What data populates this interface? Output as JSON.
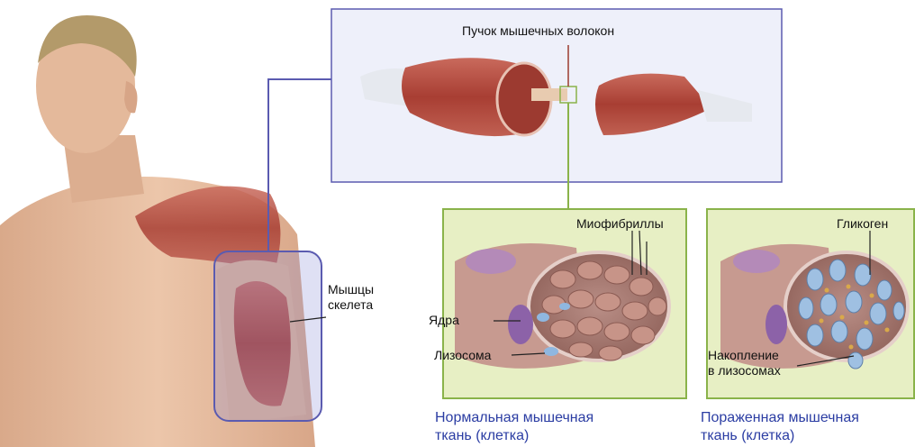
{
  "labels": {
    "fiber_bundle": "Пучок мышечных волокон",
    "skeletal_muscle_line1": "Мышцы",
    "skeletal_muscle_line2": "скелета",
    "myofibrils": "Миофибриллы",
    "nuclei": "Ядра",
    "lysosome": "Лизосома",
    "glycogen": "Гликоген",
    "accumulation_line1": "Накопление",
    "accumulation_line2": "в лизосомах"
  },
  "captions": {
    "normal_line1": "Нормальная мышечная",
    "normal_line2": "ткань (клетка)",
    "affected_line1": "Пораженная мышечная",
    "affected_line2": "ткань (клетка)"
  },
  "colors": {
    "frame_blue": "#5b5bb0",
    "connector_green": "#8ab34a",
    "panel_fill": "#e7efc4",
    "caption_blue": "#2b3da3",
    "muscle_red": "#b4483c",
    "skin": "#e2b89a"
  }
}
